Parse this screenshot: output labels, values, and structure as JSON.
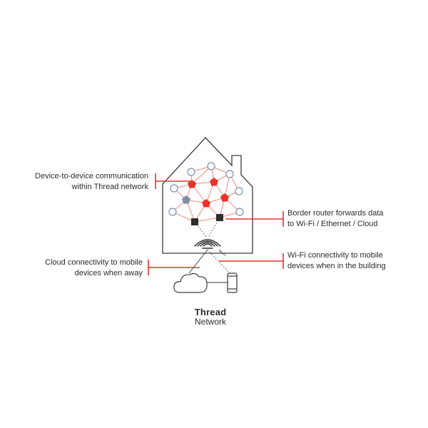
{
  "callouts": {
    "device_to_device": [
      "Device-to-device communication",
      "within Thread network"
    ],
    "border_router": [
      "Border router forwards data",
      "to Wi-Fi / Ethernet / Cloud"
    ],
    "cloud_connectivity": [
      "Cloud connectivity to mobile",
      "devices when away"
    ],
    "wifi_connectivity": [
      "Wi-Fi connectivity to mobile",
      "devices when in the building"
    ]
  },
  "wifi_label": "Wi-Fi",
  "title": {
    "main": "Thread",
    "sub": "Network"
  },
  "colors": {
    "accent": "#e8332a",
    "mesh_line": "#f08a80",
    "node_outline": "#7a8fb0",
    "node_gray": "#7f8ea8",
    "router": "#2d2d2d",
    "outline": "#3a3a3a"
  }
}
